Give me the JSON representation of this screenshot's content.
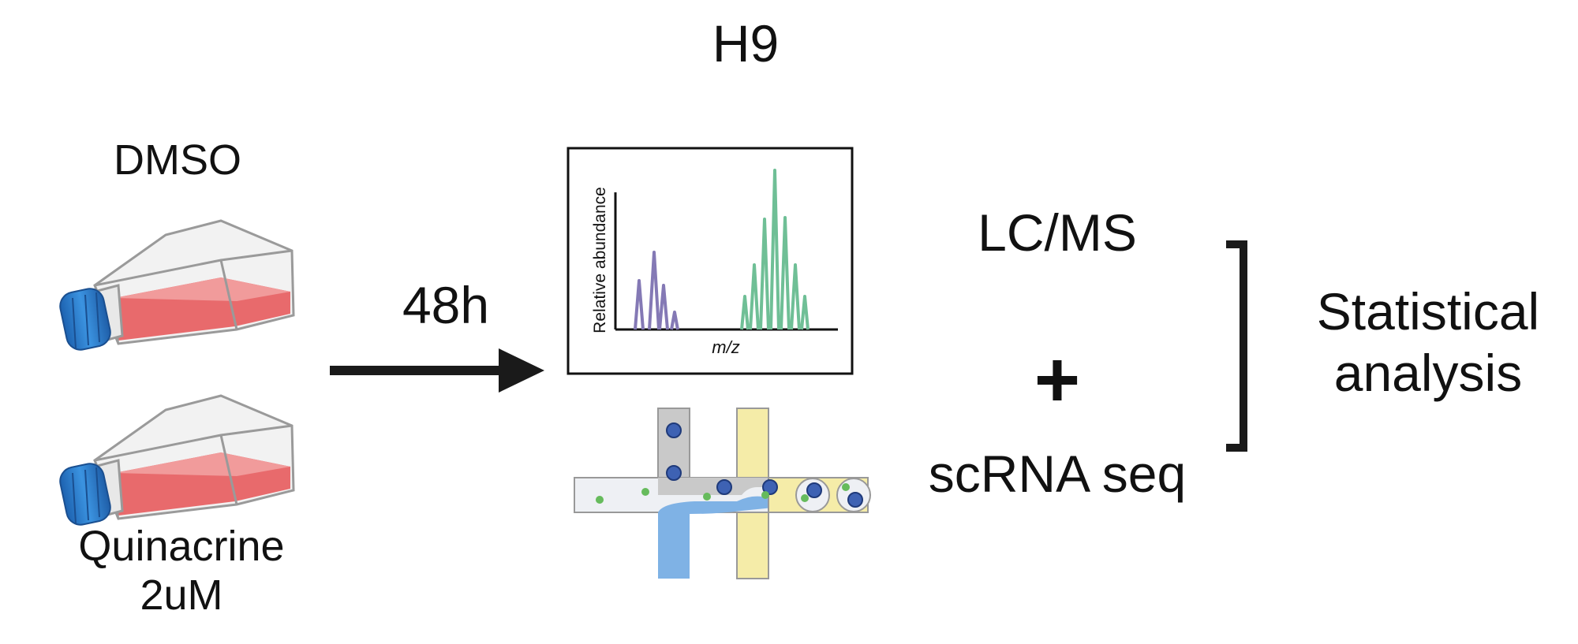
{
  "title": "H9",
  "conditions": {
    "control": "DMSO",
    "treatment_name": "Quinacrine",
    "treatment_dose": "2uM"
  },
  "timepoint": "48h",
  "mass_spec_panel": {
    "ylabel": "Relative abundance",
    "xlabel": "m/z",
    "colors": {
      "low_peaks": "#8479b5",
      "high_peaks": "#6fbf96"
    }
  },
  "methods": {
    "first": "LC/MS",
    "joiner": "+",
    "second": "scRNA seq"
  },
  "outcome": {
    "line1": "Statistical",
    "line2": "analysis"
  },
  "colors": {
    "flask_media": "#e86a6c",
    "flask_cap": "#2f7fd0",
    "arrow": "#1a1a1a",
    "droplet_oil": "#f5eca8",
    "droplet_aqueous": "#7fb2e5",
    "bead": "#3e62b3",
    "cell": "#66bb5c"
  },
  "icons": [
    "culture-flask-icon",
    "mass-spectrum-icon",
    "microfluidic-droplet-icon",
    "right-arrow-icon",
    "bracket-icon"
  ]
}
